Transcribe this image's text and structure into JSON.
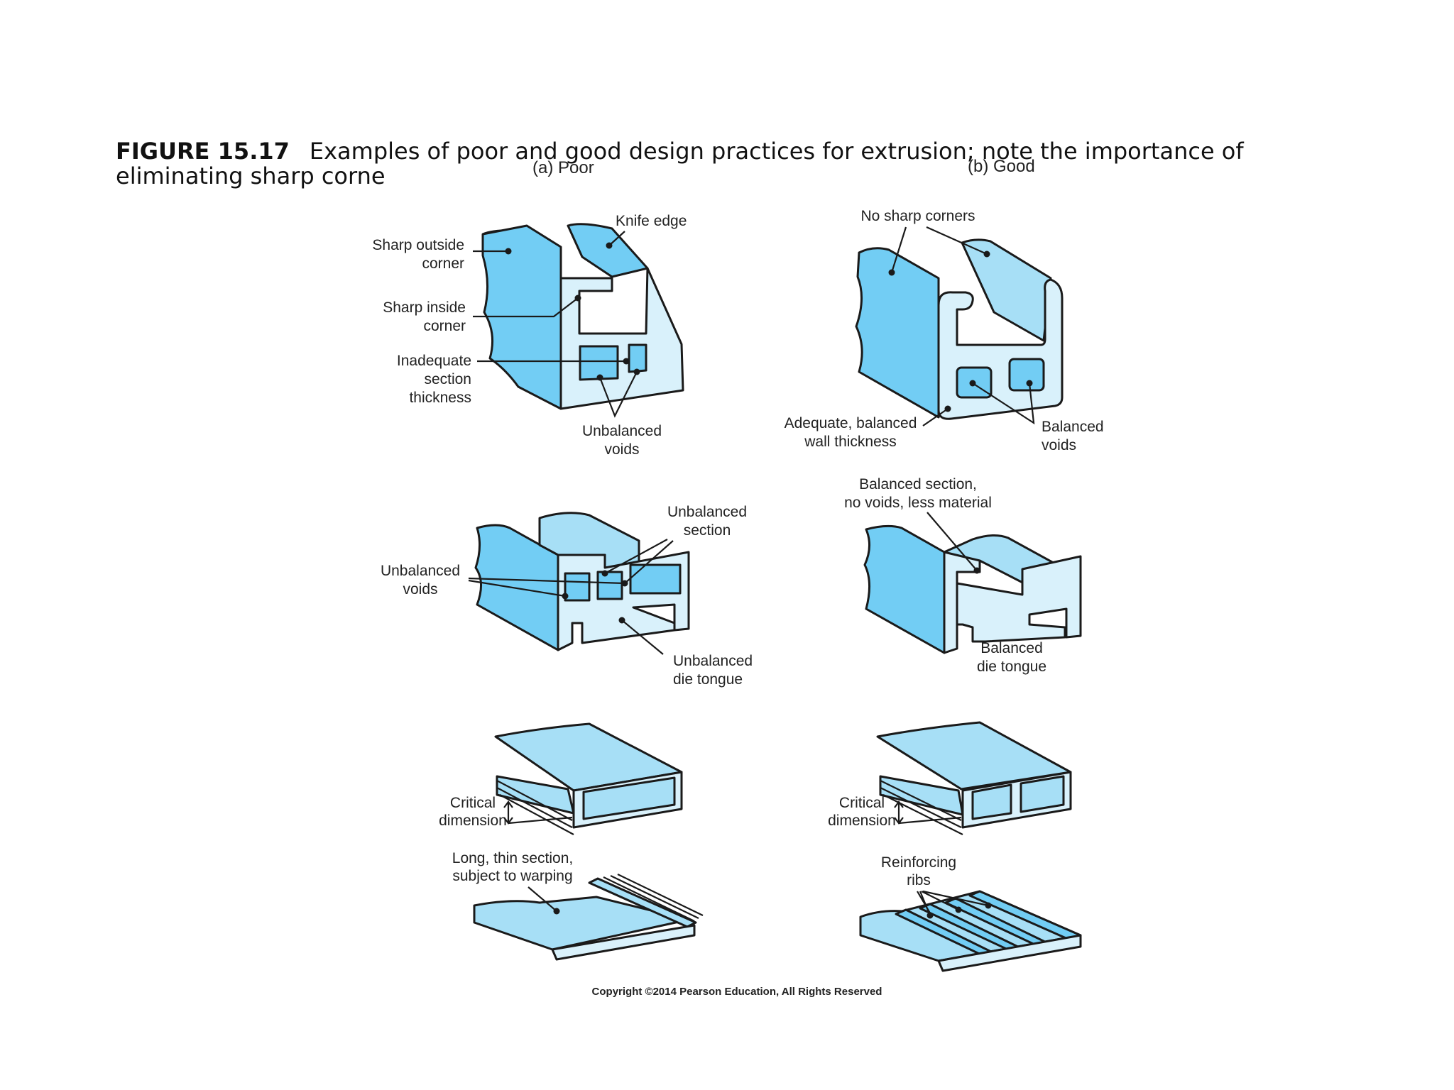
{
  "caption": {
    "figure_number": "FIGURE 15.17",
    "text": "Examples of poor and good design practices for extrusion; note the importance of eliminating sharp corne"
  },
  "panels": {
    "poor_heading": "(a) Poor",
    "good_heading": "(b) Good"
  },
  "labels": {
    "knife_edge": "Knife edge",
    "sharp_outside_corner_1": "Sharp outside",
    "sharp_outside_corner_2": "corner",
    "sharp_inside_corner_1": "Sharp inside",
    "sharp_inside_corner_2": "corner",
    "inadequate_1": "Inadequate",
    "inadequate_2": "section",
    "inadequate_3": "thickness",
    "unbalanced_voids_a_1": "Unbalanced",
    "unbalanced_voids_a_2": "voids",
    "no_sharp_corners": "No sharp corners",
    "adequate_1": "Adequate, balanced",
    "adequate_2": "wall thickness",
    "balanced_voids_1": "Balanced",
    "balanced_voids_2": "voids",
    "unbalanced_section_1": "Unbalanced",
    "unbalanced_section_2": "section",
    "unbalanced_voids_b_1": "Unbalanced",
    "unbalanced_voids_b_2": "voids",
    "unbalanced_die_tongue_1": "Unbalanced",
    "unbalanced_die_tongue_2": "die tongue",
    "balanced_section_1": "Balanced section,",
    "balanced_section_2": "no voids, less material",
    "balanced_die_tongue_1": "Balanced",
    "balanced_die_tongue_2": "die tongue",
    "critical_dim_poor_1": "Critical",
    "critical_dim_poor_2": "dimension",
    "critical_dim_good_1": "Critical",
    "critical_dim_good_2": "dimension",
    "long_thin_1": "Long, thin section,",
    "long_thin_2": "subject to warping",
    "reinforcing_1": "Reinforcing",
    "reinforcing_2": "ribs"
  },
  "copyright": "Copyright ©2014 Pearson Education, All Rights Reserved",
  "colors": {
    "side_face": "#72cdf4",
    "top_face": "#a7dff6",
    "end_face": "#d9f1fb",
    "outline": "#1a1a1a"
  }
}
